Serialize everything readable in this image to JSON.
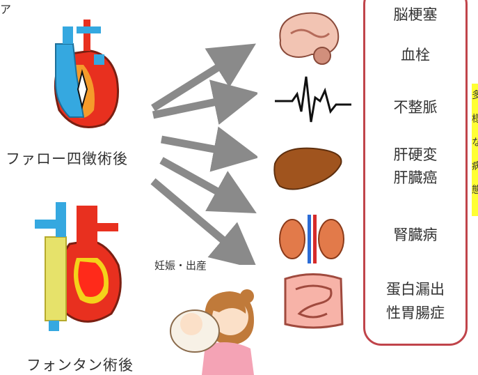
{
  "sources": {
    "fallot": {
      "label": "ファロー四徴術後",
      "icon": "heart-fallot-icon"
    },
    "fontan": {
      "label": "フォンタン術後",
      "icon": "heart-fontan-icon"
    },
    "pregnancy": {
      "label": "妊娠・出産",
      "icon": "mother-baby-icon"
    }
  },
  "organs": [
    {
      "name": "brain",
      "icon": "brain-icon"
    },
    {
      "name": "ecg",
      "icon": "ecg-wave-icon"
    },
    {
      "name": "liver",
      "icon": "liver-icon"
    },
    {
      "name": "kidney",
      "icon": "kidney-icon"
    },
    {
      "name": "intestine",
      "icon": "intestine-icon"
    }
  ],
  "outcomes": [
    {
      "text": "脳梗塞"
    },
    {
      "text": "血栓"
    },
    {
      "text": "不整脈"
    },
    {
      "text": "肝硬変"
    },
    {
      "text": "肝臓癌"
    },
    {
      "text": "腎臓病"
    },
    {
      "text": "蛋白漏出"
    },
    {
      "text": "性胃腸症"
    }
  ],
  "side_note": {
    "chars": [
      "多",
      "様",
      "な",
      "病",
      "態"
    ]
  },
  "corner_mark": "ア",
  "colors": {
    "arrow": "#8a8a8a",
    "box_border": "#c0444a",
    "highlight": "#ffff33"
  }
}
